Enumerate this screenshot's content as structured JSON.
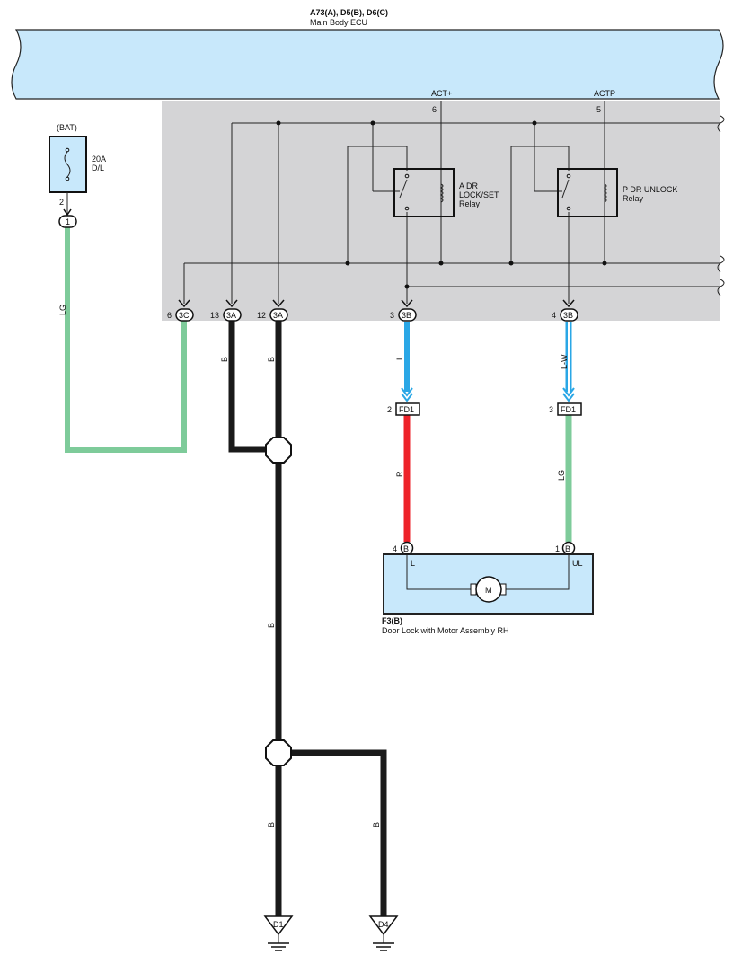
{
  "ecu": {
    "connector_ids": "A73(A), D5(B), D6(C)",
    "name": "Main Body ECU",
    "pin_act_plus": {
      "label": "ACT+",
      "pin": "6"
    },
    "pin_actp": {
      "label": "ACTP",
      "pin": "5"
    }
  },
  "relay_a": {
    "name": "A DR LOCK/SET Relay",
    "line1": "A DR",
    "line2": "LOCK/SET",
    "line3": "Relay"
  },
  "relay_p": {
    "name": "P DR UNLOCK Relay",
    "line1": "P DR UNLOCK",
    "line2": "Relay"
  },
  "fuse": {
    "source": "(BAT)",
    "rating": "20A",
    "name": "D/L",
    "pin": "2",
    "terminal": "1"
  },
  "ecu_pins": [
    {
      "pin": "6",
      "conn": "3C",
      "wire": "LG"
    },
    {
      "pin": "13",
      "conn": "3A",
      "wire": "B"
    },
    {
      "pin": "12",
      "conn": "3A",
      "wire": "B"
    },
    {
      "pin": "3",
      "conn": "3B",
      "wire": "L"
    },
    {
      "pin": "4",
      "conn": "3B",
      "wire": "L-W"
    }
  ],
  "fd1": [
    {
      "pin": "2",
      "conn": "FD1",
      "wire_below": "R"
    },
    {
      "pin": "3",
      "conn": "FD1",
      "wire_below": "LG"
    }
  ],
  "motor": {
    "id": "F3(B)",
    "name": "Door Lock with Motor Assembly RH",
    "symbol": "M",
    "pin_l": {
      "pin": "4",
      "conn": "B",
      "label": "L"
    },
    "pin_ul": {
      "pin": "1",
      "conn": "B",
      "label": "UL"
    }
  },
  "ground_wires": {
    "main": "B",
    "branch": "B",
    "lower_left": "B",
    "lower_right": "B"
  },
  "grounds": [
    "D1",
    "D4"
  ],
  "colors": {
    "ecu_body": "#c8e8fb",
    "ecu_area": "#d4d4d6",
    "lg": "#7ecb9a",
    "b": "#1a1a1a",
    "l": "#2aa7e6",
    "r": "#ee2229",
    "lw_blue": "#2aa7e6"
  }
}
